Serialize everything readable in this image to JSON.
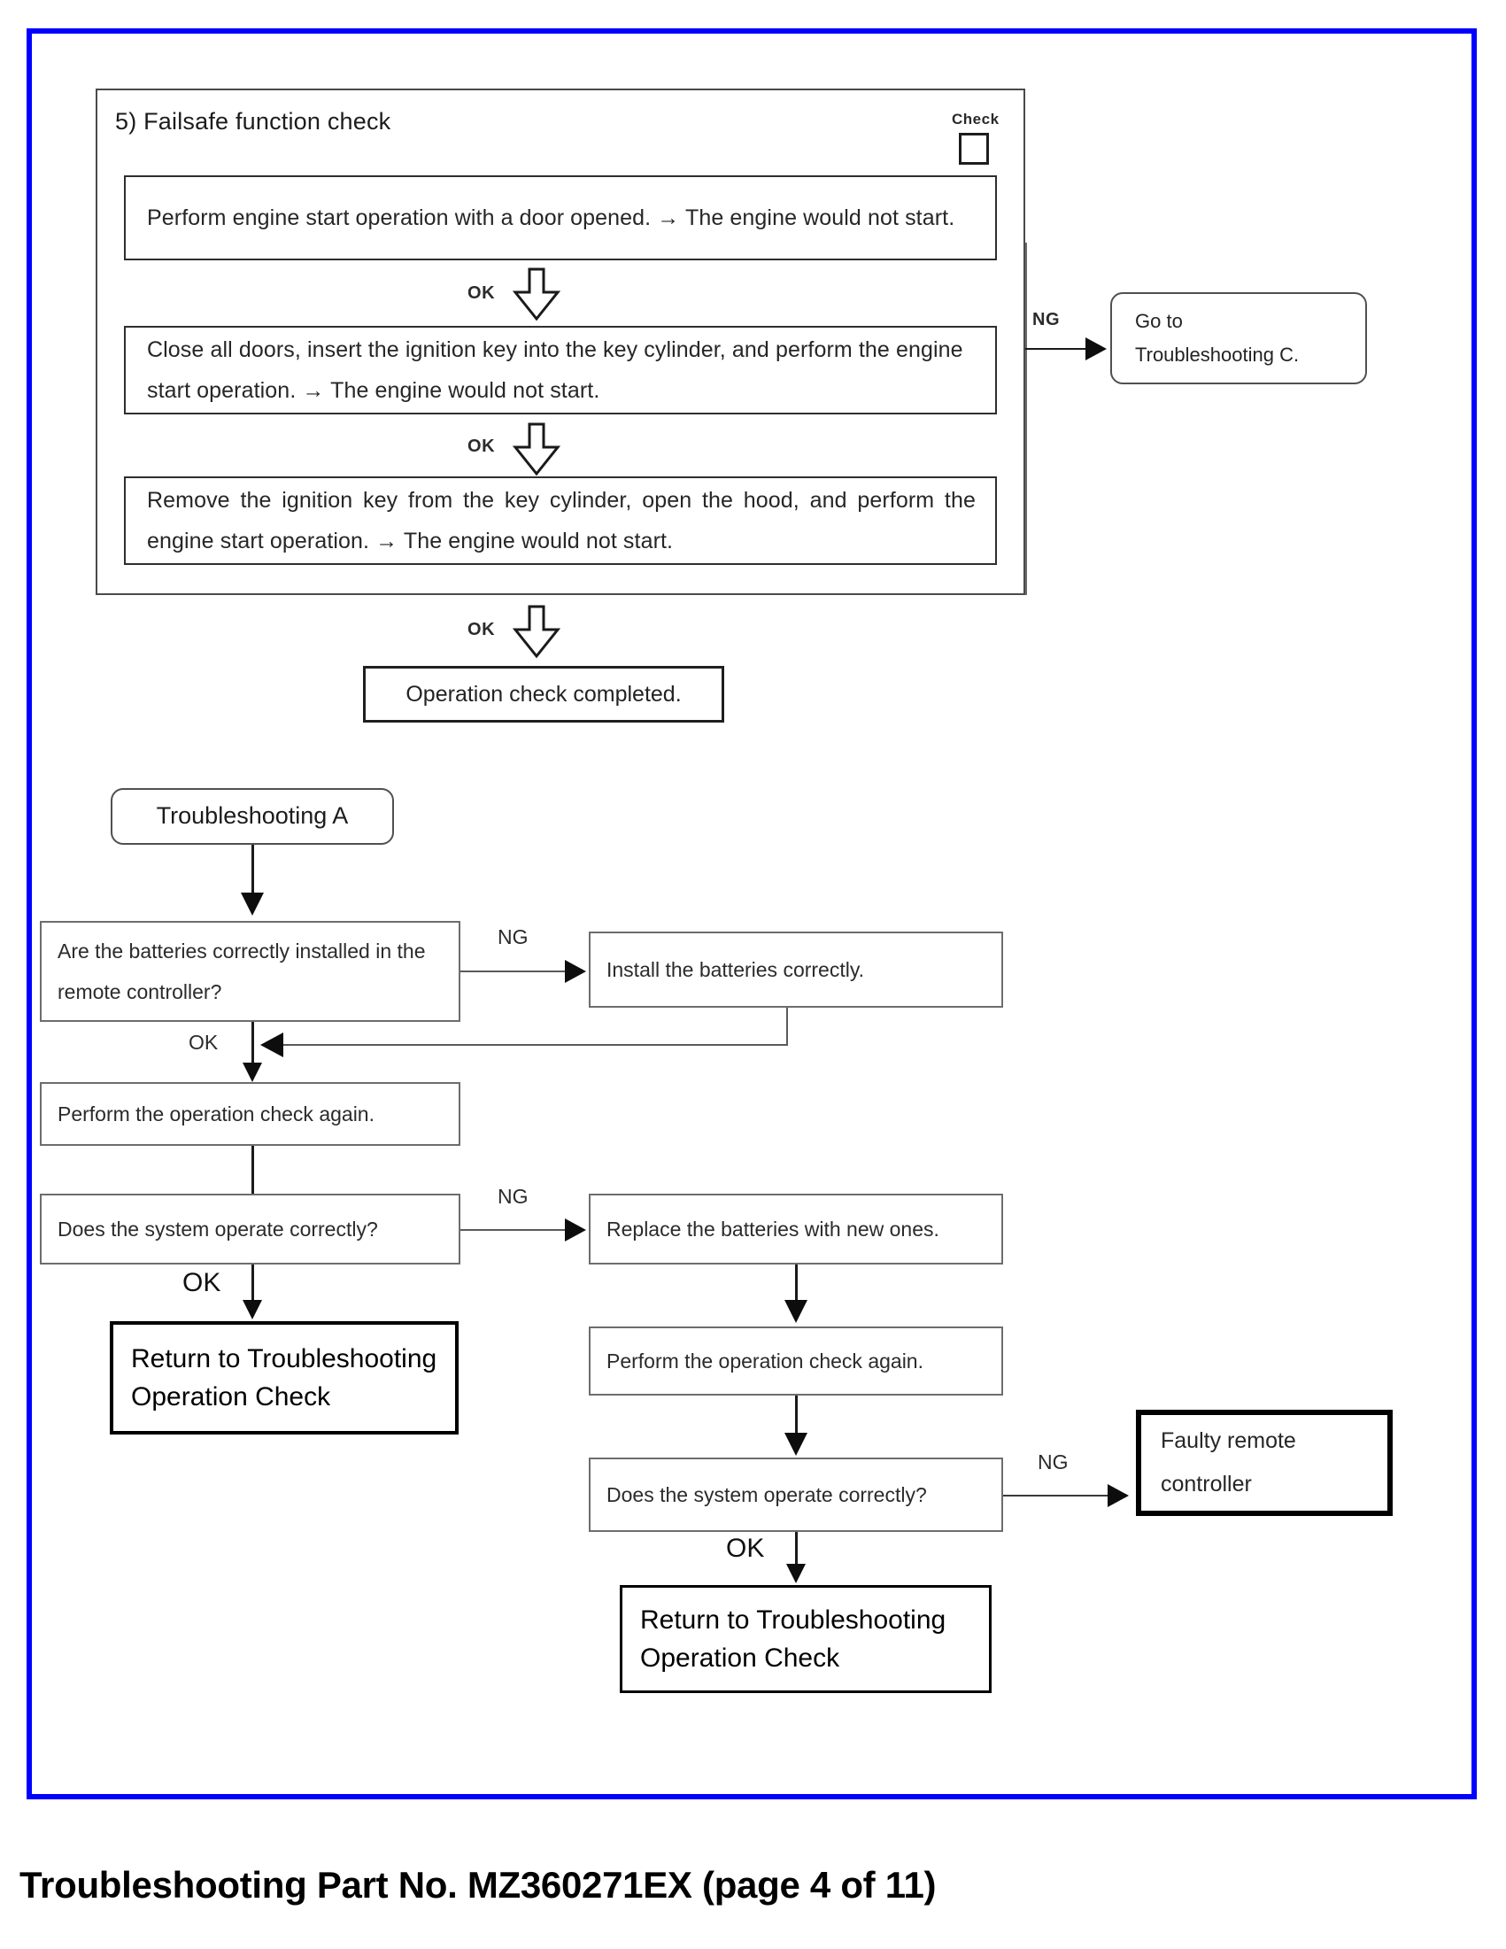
{
  "page": {
    "frame_color": "#0000ff",
    "caption": "Troubleshooting Part No. MZ360271EX (page 4 of 11)"
  },
  "failsafe_group": {
    "title": "5) Failsafe function check",
    "check_label": "Check",
    "steps": [
      {
        "text": "Perform engine start operation with a door opened. → The engine would not start."
      },
      {
        "text": "Close all doors, insert the ignition key into the key cylinder, and perform the engine start operation. → The engine would not start."
      },
      {
        "text": "Remove the ignition key from the key cylinder, open the hood, and perform the engine start operation. → The engine would not start."
      }
    ],
    "ok_label_1": "OK",
    "ok_label_2": "OK",
    "ok_label_exit": "OK",
    "ng_label": "NG",
    "ng_target_line1": "Go to",
    "ng_target_line2": "Troubleshooting C.",
    "completed": "Operation check completed."
  },
  "troubleshooting_a": {
    "start": "Troubleshooting A",
    "q1": "Are the batteries correctly installed in the remote controller?",
    "q1_ng_label": "NG",
    "q1_ng_action": "Install the batteries correctly.",
    "q1_ok_label": "OK",
    "recheck_1": "Perform the operation check again.",
    "q2": "Does the system operate correctly?",
    "q2_ng_label": "NG",
    "q2_ng_action": "Replace the batteries with new ones.",
    "q2_ok_label": "OK",
    "q2_ok_target_line1": "Return to Troubleshooting",
    "q2_ok_target_line2": "Operation Check",
    "recheck_2": "Perform the operation check again.",
    "q3": "Does the system operate correctly?",
    "q3_ng_label": "NG",
    "q3_ng_result_line1": "Faulty remote",
    "q3_ng_result_line2": "controller",
    "q3_ok_label": "OK",
    "q3_ok_target_line1": "Return to Troubleshooting",
    "q3_ok_target_line2": "Operation Check"
  }
}
